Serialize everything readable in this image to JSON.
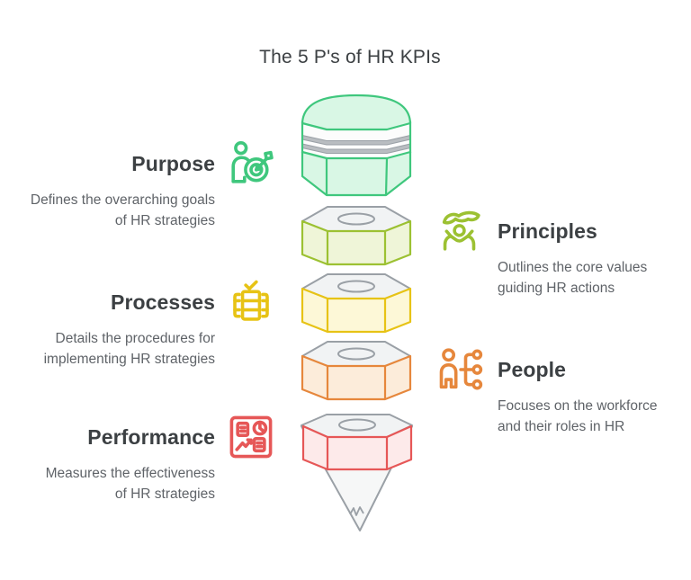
{
  "title": "The 5 P's of HR KPIs",
  "items": [
    {
      "label": "Purpose",
      "lines": [
        "Defines the overarching goals",
        "of HR strategies"
      ],
      "color": "#3fc77d",
      "icon": "target-person-icon",
      "side": "left"
    },
    {
      "label": "Principles",
      "lines": [
        "Outlines the core values",
        "guiding HR actions"
      ],
      "color": "#9cc132",
      "icon": "caring-hands-icon",
      "side": "right"
    },
    {
      "label": "Processes",
      "lines": [
        "Details the procedures for",
        "implementing HR strategies"
      ],
      "color": "#e7c315",
      "icon": "checked-stack-icon",
      "side": "left"
    },
    {
      "label": "People",
      "lines": [
        "Focuses on the workforce",
        "and their roles in HR"
      ],
      "color": "#e6873c",
      "icon": "person-network-icon",
      "side": "right"
    },
    {
      "label": "Performance",
      "lines": [
        "Measures the effectiveness",
        "of HR strategies"
      ],
      "color": "#e65757",
      "icon": "dashboard-icon",
      "side": "left"
    }
  ],
  "funnel": {
    "layers": [
      {
        "name": "purpose-cap",
        "stroke": "#3fc77d",
        "fill": "#d9f7e5"
      },
      {
        "name": "principles-ring",
        "stroke": "#9cc132",
        "fill": "#eff5d8"
      },
      {
        "name": "processes-ring",
        "stroke": "#e7c315",
        "fill": "#fdf8d7"
      },
      {
        "name": "people-ring",
        "stroke": "#e6873c",
        "fill": "#fcecda"
      },
      {
        "name": "performance-ring",
        "stroke": "#e65757",
        "fill": "#fdeaea"
      }
    ],
    "neutral": {
      "stroke": "#9aa0a6",
      "face_fill": "#f1f3f4",
      "cone_fill": "#f6f7f7",
      "stripe_fill": "#b9bdc1",
      "body_fill": "#fcfcfc"
    }
  },
  "text_colors": {
    "heading": "#3c4043",
    "body": "#5f6368"
  }
}
